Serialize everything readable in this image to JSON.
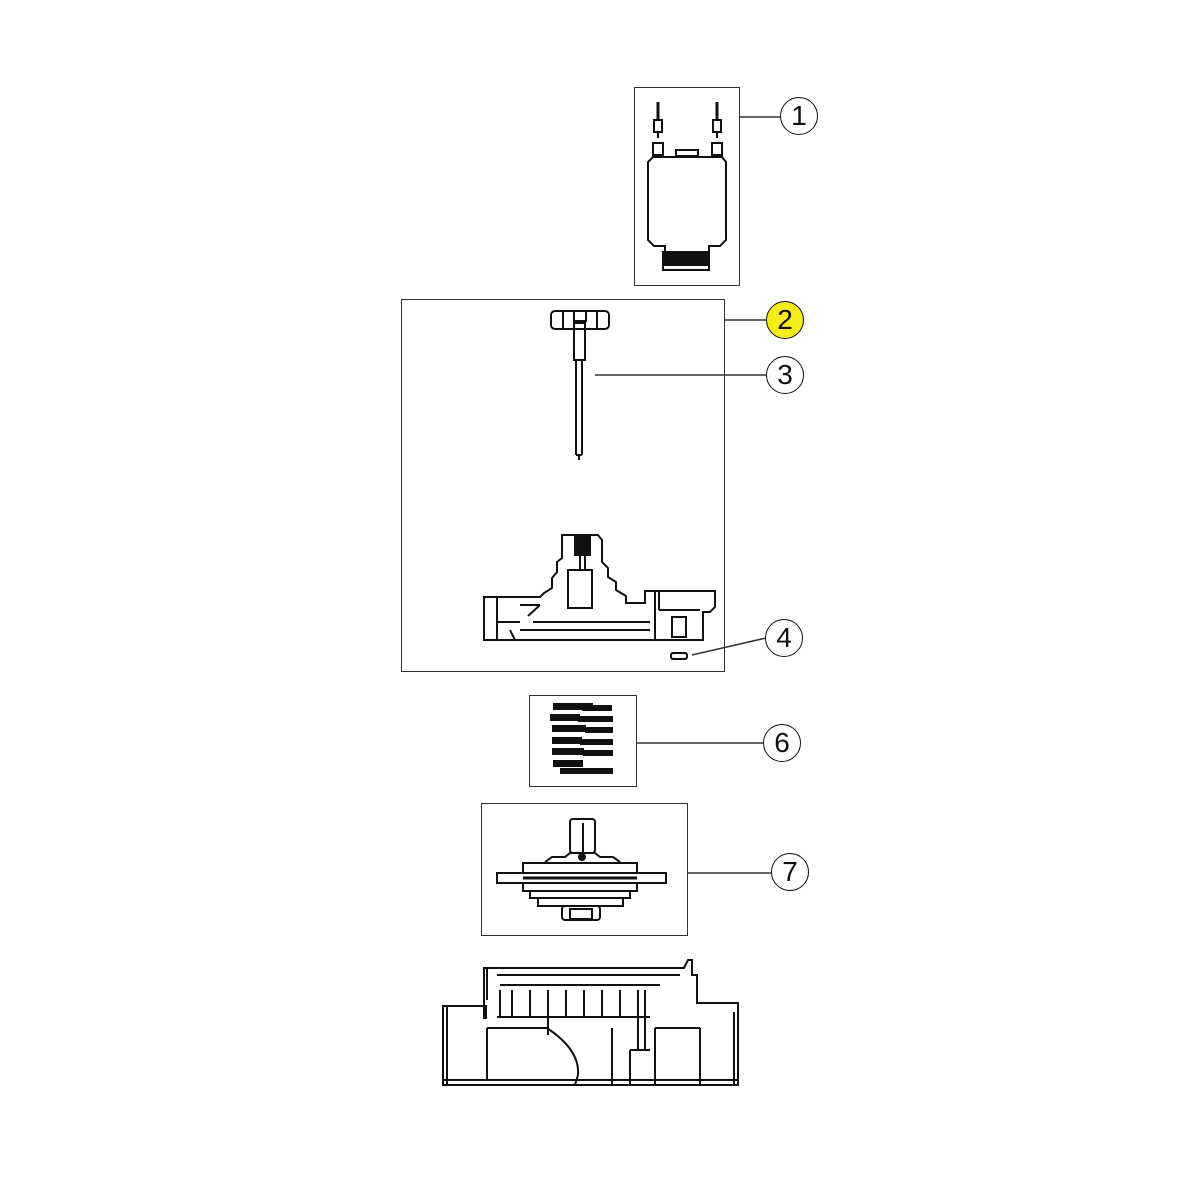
{
  "diagram": {
    "type": "exploded-parts-view",
    "subject": "solenoid valve assembly",
    "highlight_color": "#f5ec1a",
    "line_color": "#111111",
    "callouts": [
      {
        "id": "1",
        "label": "1",
        "part": "solenoid",
        "highlighted": false
      },
      {
        "id": "2",
        "label": "2",
        "part": "bonnet assembly",
        "highlighted": true
      },
      {
        "id": "3",
        "label": "3",
        "part": "flow control stem",
        "highlighted": false
      },
      {
        "id": "4",
        "label": "4",
        "part": "small o-ring / seal",
        "highlighted": false
      },
      {
        "id": "6",
        "label": "6",
        "part": "spring",
        "highlighted": false
      },
      {
        "id": "7",
        "label": "7",
        "part": "diaphragm assembly",
        "highlighted": false
      }
    ],
    "unlabeled_parts": [
      "valve body"
    ]
  }
}
